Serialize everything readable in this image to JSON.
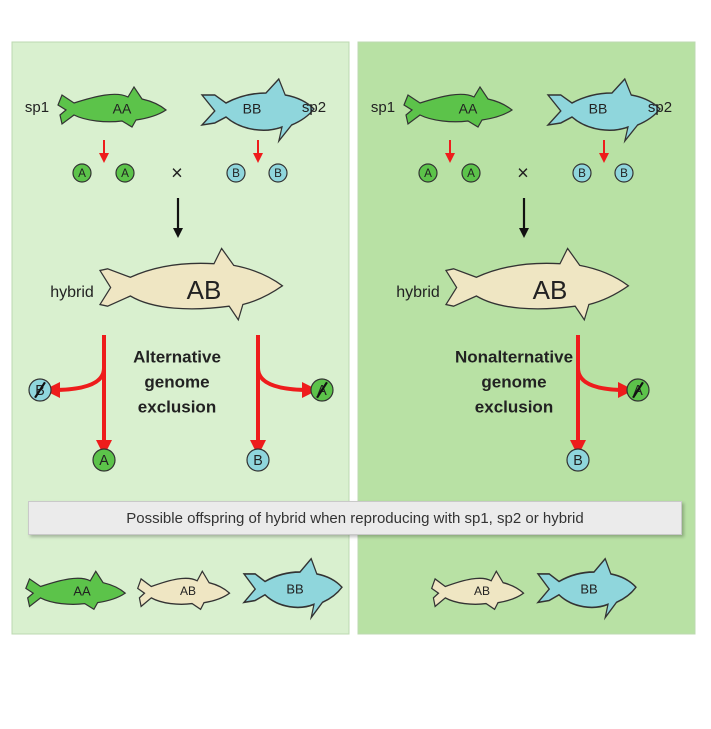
{
  "panels": [
    {
      "species_left": "sp1",
      "species_right": "sp2",
      "fish_aa": "AA",
      "fish_bb": "BB",
      "gamete_a": "A",
      "gamete_b": "B",
      "cross": "×",
      "hybrid_label": "hybrid",
      "hybrid_genome": "AB",
      "title_lines": [
        "Alternative",
        "genome",
        "exclusion"
      ],
      "excluded": [
        "B",
        "A"
      ],
      "retained": [
        "A",
        "B"
      ],
      "offspring": [
        "AA",
        "AB",
        "BB"
      ]
    },
    {
      "species_left": "sp1",
      "species_right": "sp2",
      "fish_aa": "AA",
      "fish_bb": "BB",
      "gamete_a": "A",
      "gamete_b": "B",
      "cross": "×",
      "hybrid_label": "hybrid",
      "hybrid_genome": "AB",
      "title_lines": [
        "Nonalternative",
        "genome",
        "exclusion"
      ],
      "excluded": [
        "A"
      ],
      "retained": [
        "B"
      ],
      "offspring": [
        "AB",
        "BB"
      ]
    }
  ],
  "caption": "Possible offspring of hybrid when reproducing with sp1, sp2 or hybrid",
  "colors": {
    "panel_left": "#d9f0cf",
    "panel_right": "#b8e1a4",
    "fish_green": "#5cc34a",
    "fish_blue": "#8fd6dc",
    "fish_tan": "#efe6c3",
    "arrow_red": "#ee1c1c",
    "arrow_black": "#111111"
  }
}
